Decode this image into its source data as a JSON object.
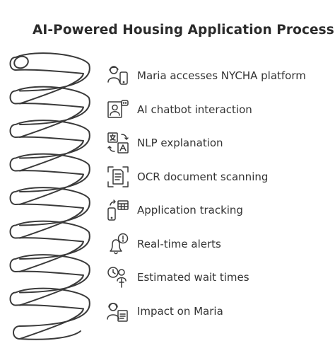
{
  "title": "AI-Powered Housing Application Process",
  "steps": [
    {
      "label": "Maria accesses NYCHA platform",
      "icon": "user-phone-icon"
    },
    {
      "label": "AI chatbot interaction",
      "icon": "chatbot-icon"
    },
    {
      "label": "NLP explanation",
      "icon": "translate-icon"
    },
    {
      "label": "OCR document scanning",
      "icon": "document-scan-icon"
    },
    {
      "label": "Application tracking",
      "icon": "phone-calendar-icon"
    },
    {
      "label": "Real-time alerts",
      "icon": "bell-alert-icon"
    },
    {
      "label": "Estimated wait times",
      "icon": "clock-person-icon"
    },
    {
      "label": "Impact on Maria",
      "icon": "person-document-icon"
    }
  ]
}
